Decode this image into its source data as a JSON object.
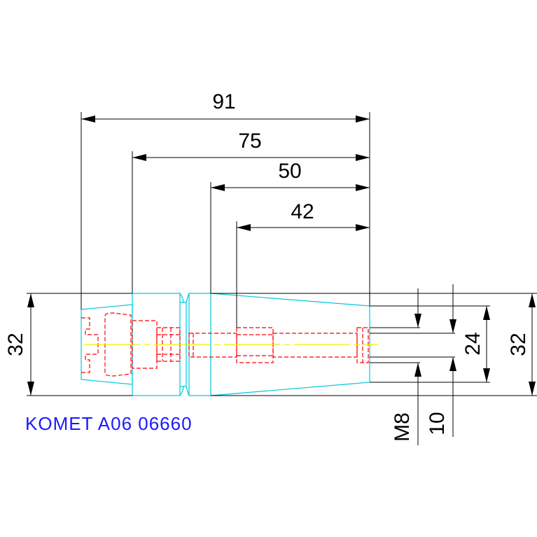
{
  "drawing": {
    "part_label": "KOMET A06 06660",
    "dimensions": {
      "length_91": "91",
      "length_75": "75",
      "length_50": "50",
      "length_42": "42",
      "height_32_left": "32",
      "height_32_right": "32",
      "diameter_24": "24",
      "thread_m8": "M8",
      "diameter_10": "10"
    }
  },
  "colors": {
    "outline": "#00c8dc",
    "hidden_lines": "#ff0000",
    "centerline": "#f0f000",
    "dimension": "#000000",
    "label": "#1a1aff",
    "background": "#ffffff"
  }
}
